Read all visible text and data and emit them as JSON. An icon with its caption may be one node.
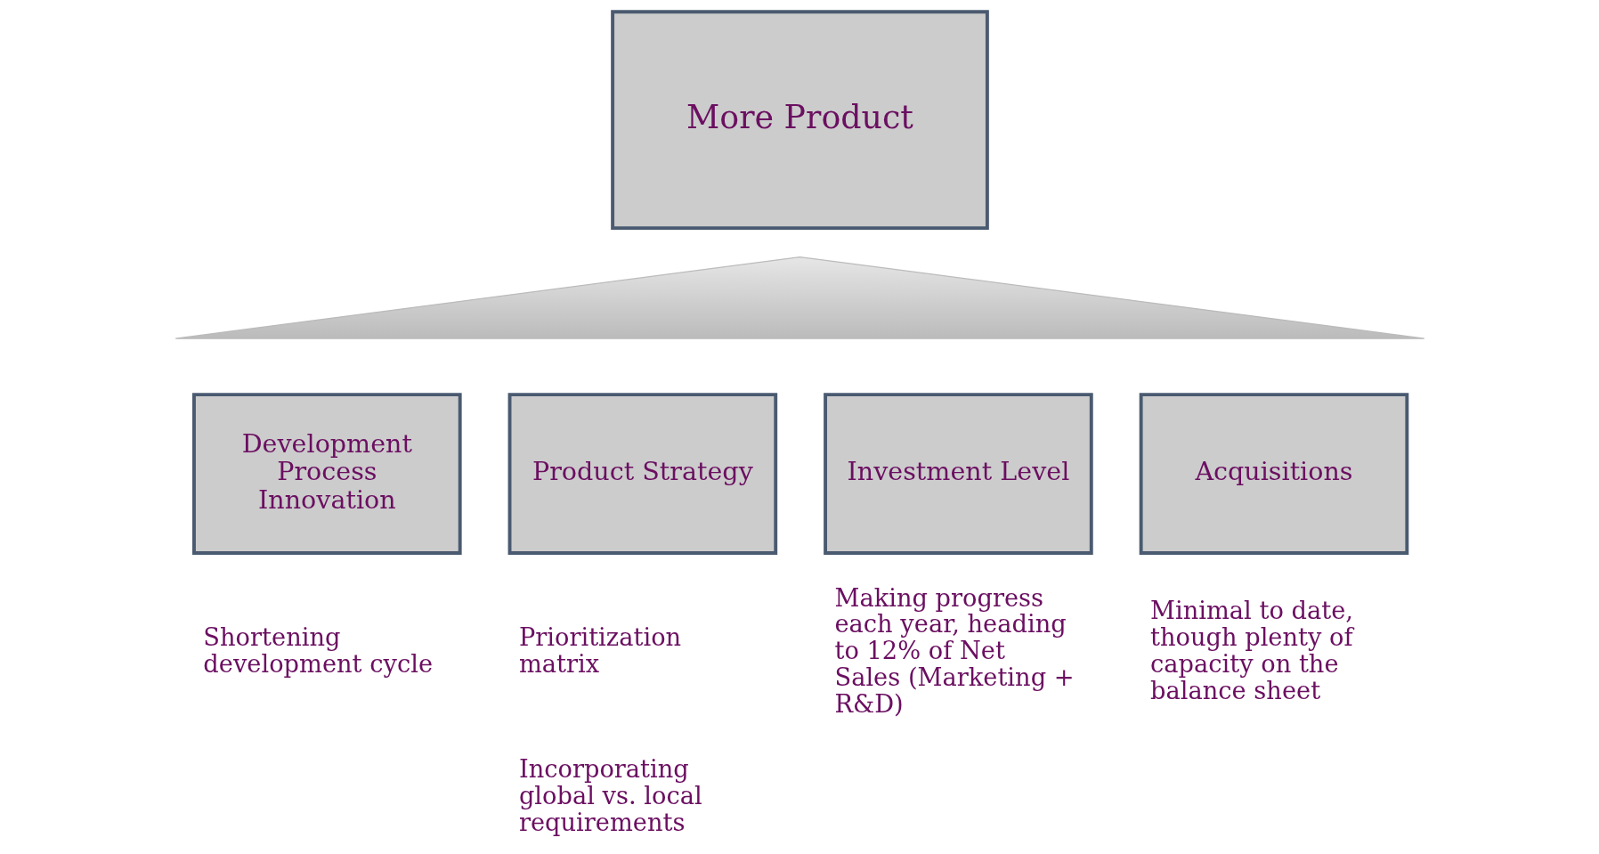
{
  "diagram": {
    "nodes": [
      {
        "text": [
          "More Product"
        ]
      },
      {
        "text": [],
        "shape": "triangle"
      },
      {
        "text": [
          "Development Process Innovation"
        ],
        "beside": [
          "Shortening development cycle"
        ]
      },
      {
        "text": [
          "Product Strategy"
        ],
        "beside": [
          "Prioritization matrix",
          "Incorporating global vs. local requirements"
        ]
      },
      {
        "text": [
          "Investment Level"
        ],
        "beside": [
          "Making progress each year, heading to 12% of Net Sales (Marketing + R&D)"
        ]
      },
      {
        "text": [
          "Acquisitions"
        ],
        "beside": [
          "Minimal to date, though plenty of capacity on the balance sheet"
        ]
      }
    ],
    "edges": []
  }
}
